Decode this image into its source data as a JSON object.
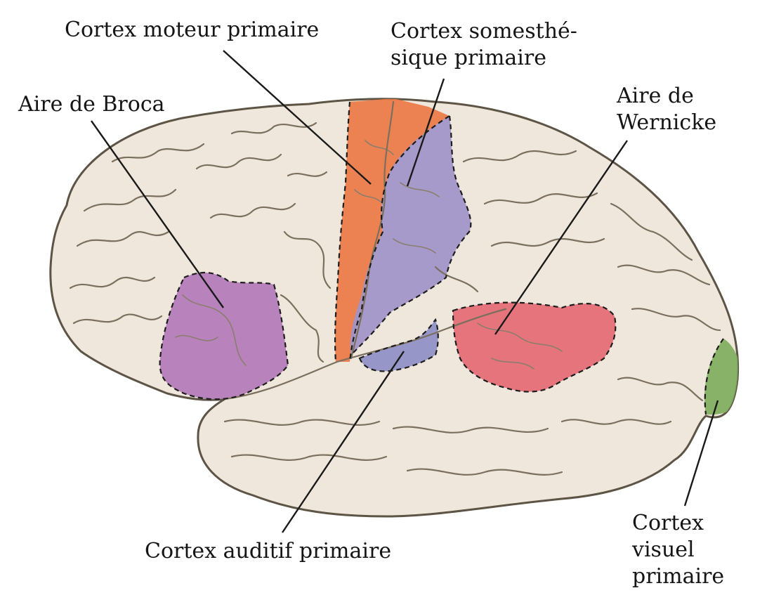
{
  "labels": {
    "motor": "Cortex moteur primaire",
    "somato_line1": "Cortex somesthé-",
    "somato_line2": "sique primaire",
    "broca": "Aire de Broca",
    "wernicke_line1": "Aire de",
    "wernicke_line2": "Wernicke",
    "auditory": "Cortex auditif primaire",
    "visual_line1": "Cortex",
    "visual_line2": "visuel",
    "visual_line3": "primaire"
  },
  "regions": {
    "motor": {
      "color": "#ec7a45"
    },
    "somatosensory": {
      "color": "#9e94c8"
    },
    "broca": {
      "color": "#b37ab8"
    },
    "wernicke": {
      "color": "#e46a74"
    },
    "auditory": {
      "color": "#8f8fc6"
    },
    "visual": {
      "color": "#7fae5c"
    }
  },
  "brain": {
    "fill": "#efe7dc",
    "outline": "#5e5446",
    "shadow": "#d9cfc2"
  }
}
